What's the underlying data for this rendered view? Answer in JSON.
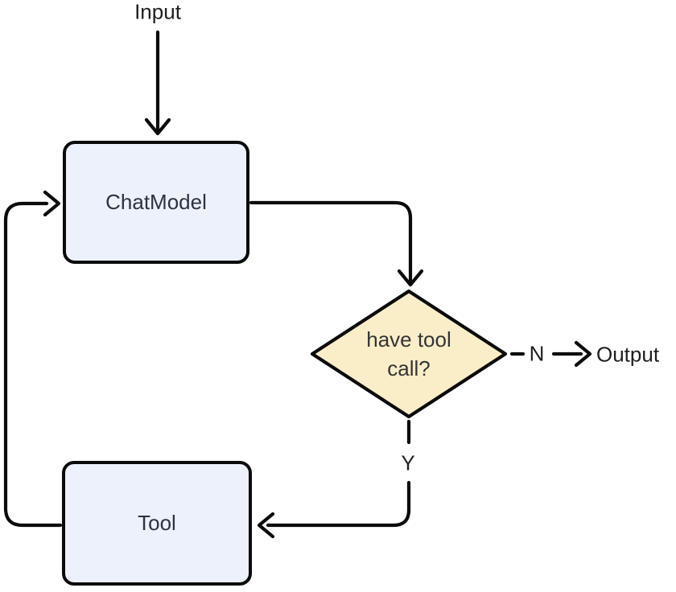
{
  "diagram": {
    "type": "flowchart",
    "nodes": {
      "input": {
        "label": "Input"
      },
      "chat_model": {
        "label": "ChatModel"
      },
      "decision": {
        "label_lines": [
          "have tool",
          "call?"
        ],
        "label_full": "have tool call?"
      },
      "tool": {
        "label": "Tool"
      },
      "output": {
        "label": "Output"
      }
    },
    "edge_labels": {
      "no": "N",
      "yes": "Y"
    },
    "colors": {
      "background": "#ffffff",
      "process_fill": "#ecf1fb",
      "decision_fill": "#faeec8",
      "stroke": "#0b0b0b",
      "node_text": "#2c3340",
      "label_text": "#1f1f1f"
    }
  }
}
